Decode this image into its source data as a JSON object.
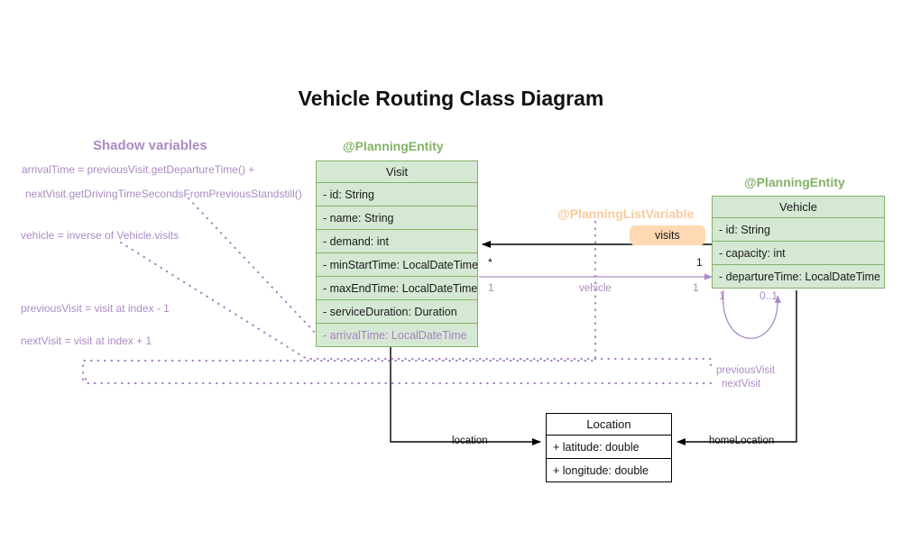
{
  "page": {
    "title": "Vehicle Routing Class Diagram"
  },
  "colors": {
    "entity_fill": "#d5e8d4",
    "entity_stroke": "#82b366",
    "shadow_purple": "#ab8ac4",
    "listvar_orange": "#f8cb9c",
    "badge_orange": "#ffd9b3",
    "plain_stroke": "#000000"
  },
  "shadow_panel": {
    "heading": "Shadow variables",
    "notes": [
      "arrivalTime = previousVisit.getDepartureTime() +",
      "nextVisit.getDrivingTimeSecondsFromPreviousStandstill()",
      "vehicle = inverse of Vehicle.visits",
      "previousVisit = visit at index - 1",
      "nextVisit = visit at index + 1"
    ]
  },
  "classes": {
    "visit": {
      "stereotype": "@PlanningEntity",
      "name": "Visit",
      "attributes": [
        {
          "text": "- id: String",
          "shadow": false
        },
        {
          "text": "- name: String",
          "shadow": false
        },
        {
          "text": "- demand: int",
          "shadow": false
        },
        {
          "text": "- minStartTime: LocalDateTime",
          "shadow": false
        },
        {
          "text": "- maxEndTime: LocalDateTime",
          "shadow": false
        },
        {
          "text": "- serviceDuration: Duration",
          "shadow": false
        },
        {
          "text": "- arrivalTime: LocalDateTime",
          "shadow": true
        }
      ]
    },
    "vehicle": {
      "stereotype": "@PlanningEntity",
      "name": "Vehicle",
      "attributes": [
        {
          "text": "- id: String",
          "shadow": false
        },
        {
          "text": "- capacity: int",
          "shadow": false
        },
        {
          "text": "- departureTime: LocalDateTime",
          "shadow": false
        }
      ]
    },
    "location": {
      "name": "Location",
      "attributes": [
        {
          "text": "+ latitude: double",
          "shadow": false
        },
        {
          "text": "+ longitude: double",
          "shadow": false
        }
      ]
    }
  },
  "relations": {
    "visits": {
      "stereotype": "@PlanningListVariable",
      "label": "visits",
      "source_multiplicity": "1",
      "target_multiplicity": "*"
    },
    "vehicle_ref": {
      "label": "vehicle",
      "source_multiplicity": "1",
      "target_multiplicity": "1"
    },
    "vehicle_self": {
      "source_multiplicity": "1",
      "target_multiplicity": "0..1"
    },
    "location_ref": {
      "label": "location"
    },
    "home_location_ref": {
      "label": "homeLocation"
    },
    "previous_visit": {
      "label": "previousVisit"
    },
    "next_visit": {
      "label": "nextVisit"
    }
  }
}
